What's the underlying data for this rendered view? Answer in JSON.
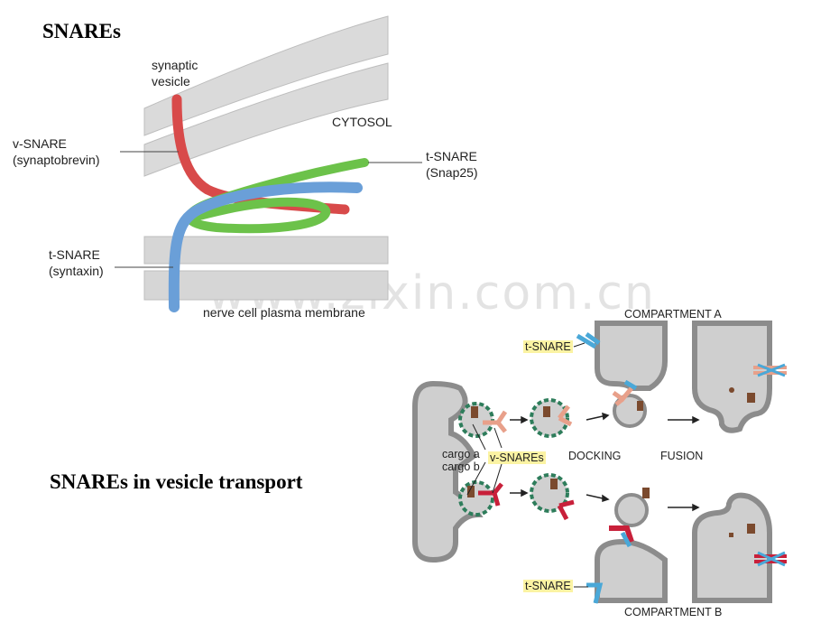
{
  "slide": {
    "title1": "SNAREs",
    "title2": "SNAREs in vesicle transport",
    "watermark": "www.zixin.com.cn"
  },
  "snare_complex": {
    "synaptic_vesicle": [
      "synaptic",
      "vesicle"
    ],
    "cytosol": "CYTOSOL",
    "v_snare": [
      "v-SNARE",
      "(synaptobrevin)"
    ],
    "t_snare_snap25": [
      "t-SNARE",
      "(Snap25)"
    ],
    "t_snare_syntaxin": [
      "t-SNARE",
      "(syntaxin)"
    ],
    "membrane": "nerve cell plasma membrane",
    "colors": {
      "v_snare": "#d84a4a",
      "syntaxin": "#6a9fd8",
      "snap25": "#6cc24a",
      "membrane": "#d6d6d6"
    }
  },
  "vesicle_transport": {
    "compartment_a": "COMPARTMENT A",
    "compartment_b": "COMPARTMENT B",
    "t_snare_top": "t-SNARE",
    "t_snare_bottom": "t-SNARE",
    "cargo_a": "cargo a",
    "cargo_b": "cargo b",
    "v_snares": "v-SNAREs",
    "docking": "DOCKING",
    "fusion": "FUSION",
    "colors": {
      "compartment": "#c8c8c8",
      "outline": "#8c8c8c",
      "coat": "#2e7d5b",
      "cargo": "#7b4a2e",
      "vsnare_a": "#e8a08a",
      "vsnare_b": "#c8203a",
      "tsnare": "#4aa8d8"
    }
  }
}
